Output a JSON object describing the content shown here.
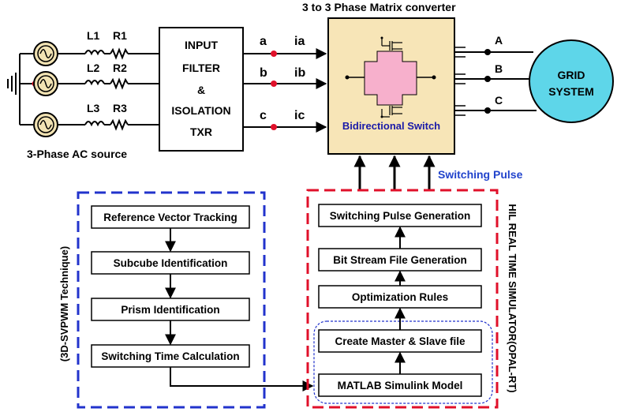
{
  "source": {
    "inductors": [
      "L1",
      "L2",
      "L3"
    ],
    "resistors": [
      "R1",
      "R2",
      "R3"
    ],
    "caption": "3-Phase AC source"
  },
  "input_filter": {
    "lines": [
      "INPUT",
      "FILTER",
      "&",
      "ISOLATION",
      "TXR"
    ]
  },
  "phases": [
    "a",
    "b",
    "c"
  ],
  "currents": [
    "ia",
    "ib",
    "ic"
  ],
  "matrix_converter": {
    "title": "3 to 3 Phase Matrix converter",
    "switch_label": "Bidirectional Switch"
  },
  "outputs": [
    "A",
    "B",
    "C"
  ],
  "grid": {
    "line1": "GRID",
    "line2": "SYSTEM"
  },
  "switching_pulse_label": "Switching Pulse",
  "svpwm": {
    "side_label": "(3D-SVPWM Technique)",
    "steps": [
      "Reference Vector Tracking",
      "Subcube Identification",
      "Prism Identification",
      "Switching Time Calculation"
    ]
  },
  "hil": {
    "side_label": "HIL REAL TIME SIMULATOR(OPAL-RT)",
    "steps": [
      "Switching Pulse Generation",
      "Bit Stream File Generation",
      "Optimization Rules",
      "Create Master & Slave file",
      "MATLAB Simulink Model"
    ]
  },
  "colors": {
    "matrix_fill": "#f7e5b7",
    "switch_fill": "#f7b0cc",
    "grid_fill": "#5ed6e9",
    "source_fill": "#f2e3b3",
    "node_red": "#e0102a",
    "svpwm_border": "#2233cc",
    "hil_border": "#e0102a",
    "pulse_label": "#2244cc"
  }
}
